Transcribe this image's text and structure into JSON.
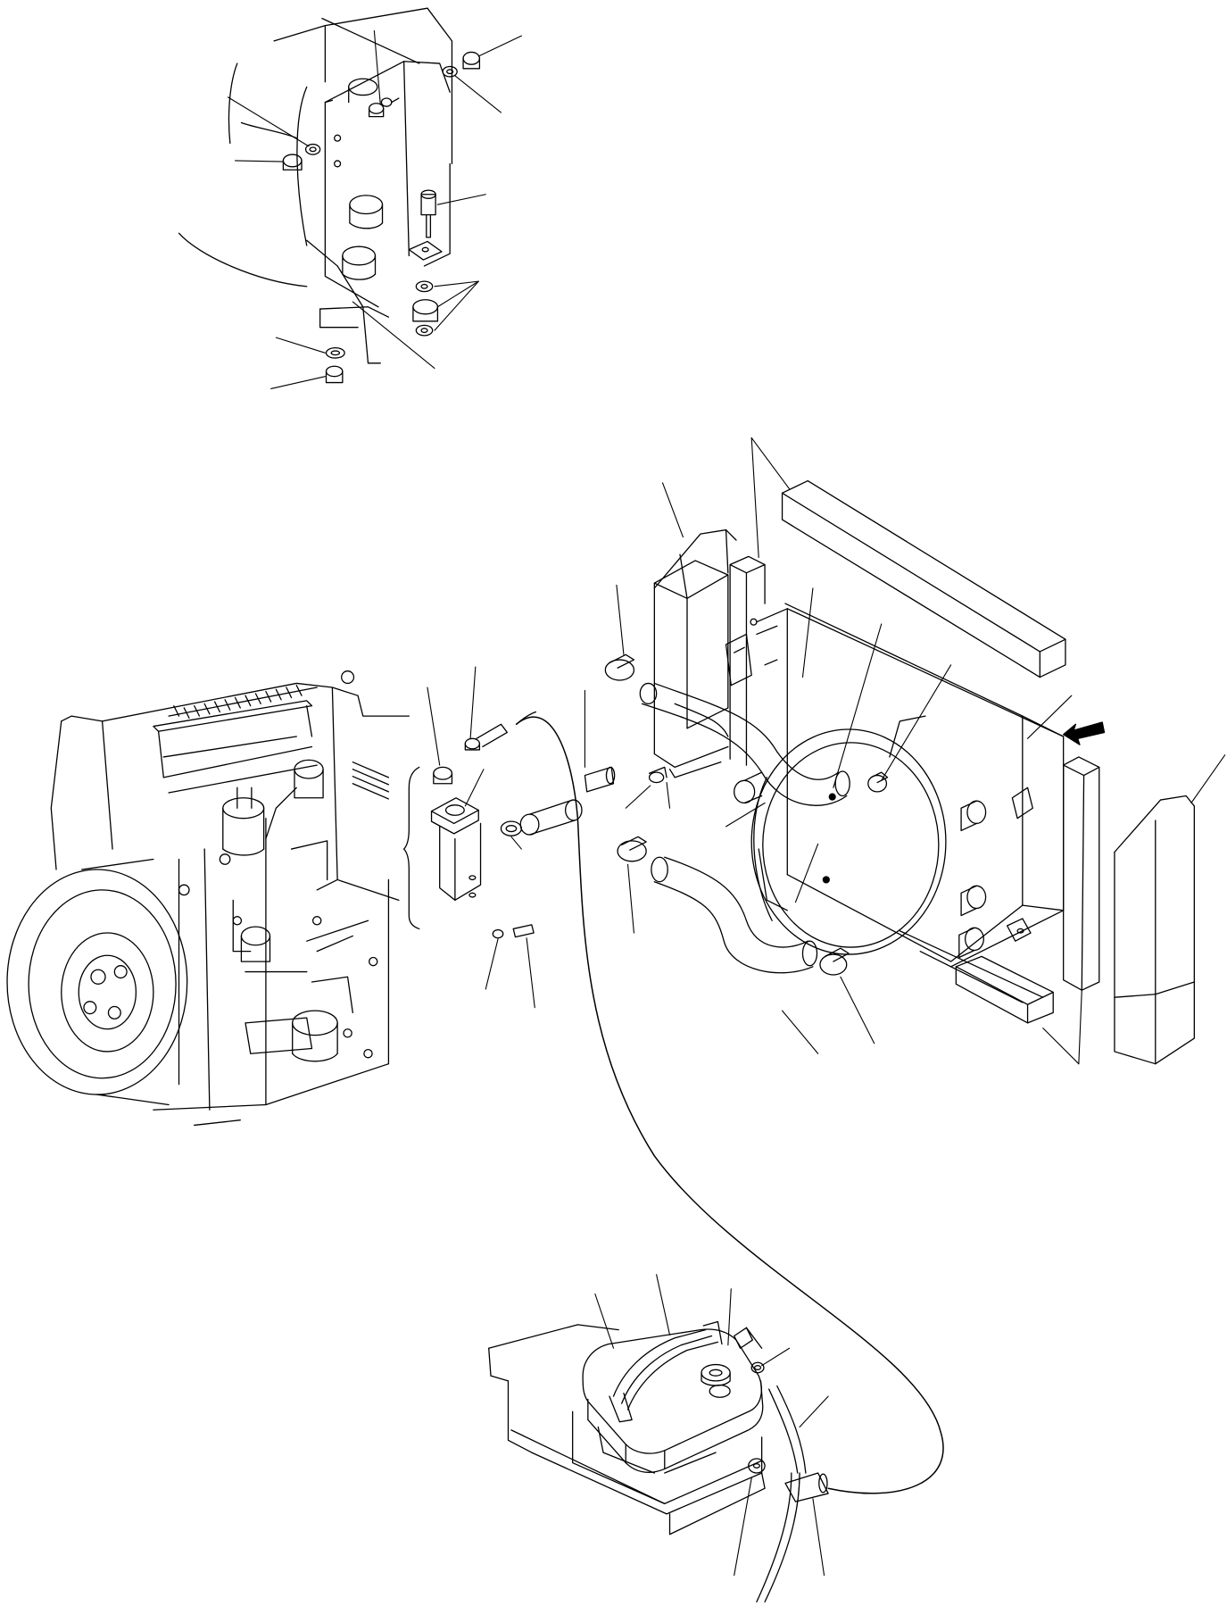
{
  "diagram": {
    "type": "exploded-parts-view",
    "line_color": "#000000",
    "background": "#ffffff",
    "callout_numbers_printed": false,
    "assemblies": [
      "engine-mount-detail",
      "engine",
      "radiator-assembly",
      "fan-shroud",
      "foam-seals",
      "coolant-hoses",
      "expansion-tank",
      "overflow-hose"
    ],
    "icons": [
      "direction-arrow-icon"
    ]
  }
}
